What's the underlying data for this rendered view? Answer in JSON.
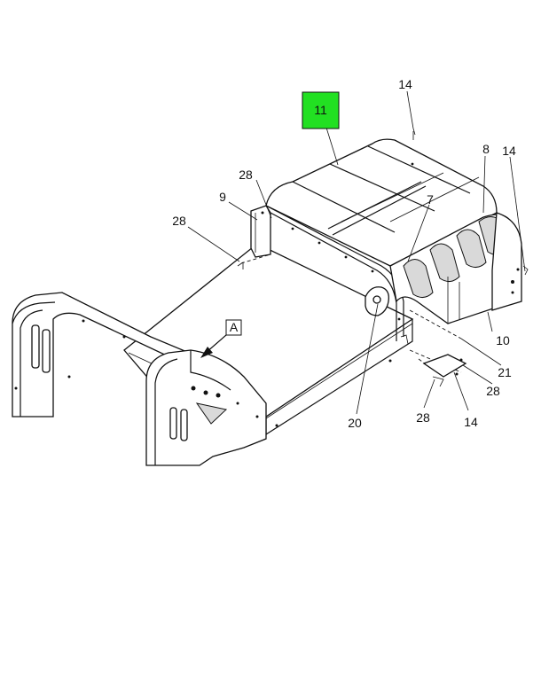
{
  "colors": {
    "highlight": "#22e022",
    "line": "#111111",
    "shade": "#d9d9d9",
    "background": "#ffffff"
  },
  "callouts": {
    "c11": "11",
    "c14_top": "14",
    "c14_right": "14",
    "c14_bottom": "14",
    "c8": "8",
    "c28_top": "28",
    "c9": "9",
    "c7": "7",
    "c28_left": "28",
    "c10": "10",
    "c21": "21",
    "c28_right": "28",
    "c28_bottom": "28",
    "c20": "20"
  },
  "view_label": "A"
}
